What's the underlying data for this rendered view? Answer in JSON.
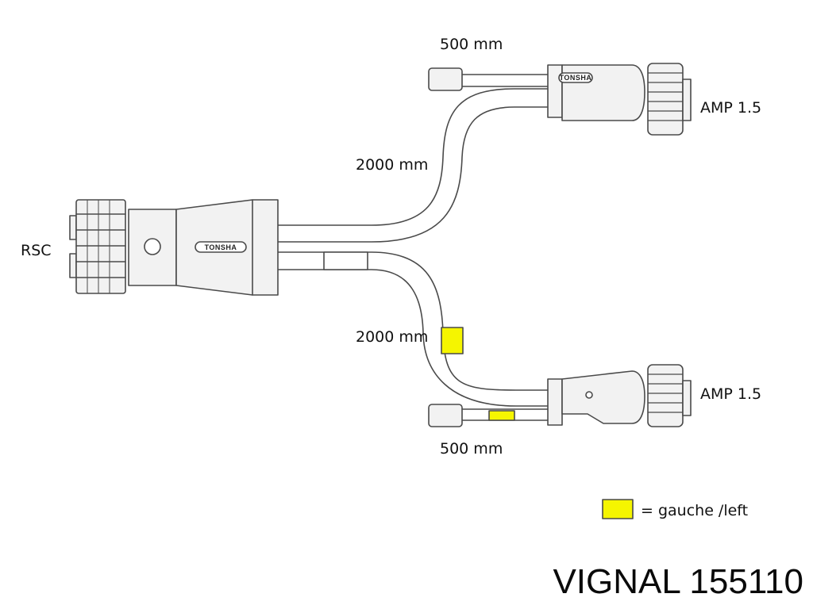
{
  "labels": {
    "rsc": "RSC",
    "amp_top": "AMP 1.5",
    "amp_bottom": "AMP 1.5",
    "len_top_short": "500 mm",
    "len_top_long": "2000 mm",
    "len_bottom_long": "2000 mm",
    "len_bottom_short": "500 mm"
  },
  "connector_marking": "TONSHA",
  "legend": {
    "text": "= gauche /left",
    "color": "#f5f500"
  },
  "brand": {
    "text": "VIGNAL 155110"
  },
  "colors": {
    "line": "#4a4a4a",
    "fill": "#f2f2f2",
    "highlight": "#f5f500"
  }
}
